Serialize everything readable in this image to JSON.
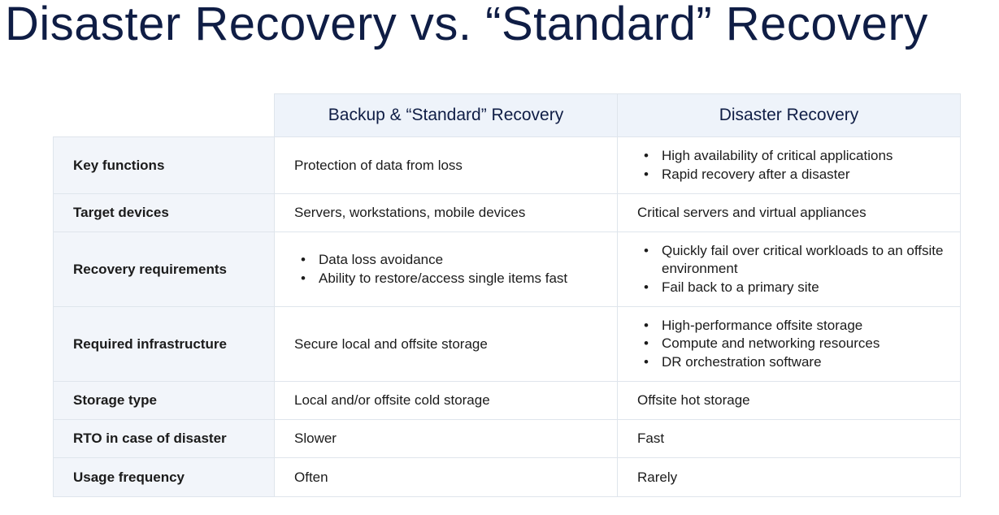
{
  "title": "Disaster Recovery vs. “Standard” Recovery",
  "columns": [
    "",
    "Backup & “Standard” Recovery",
    "Disaster Recovery"
  ],
  "rows": [
    {
      "label": "Key functions",
      "standard": [
        "Protection of data from loss"
      ],
      "dr": [
        "High availability of critical applications",
        "Rapid recovery after a disaster"
      ],
      "h": 70
    },
    {
      "label": "Target devices",
      "standard": [
        "Servers, workstations, mobile devices"
      ],
      "dr": [
        "Critical servers and virtual appliances"
      ],
      "h": 47
    },
    {
      "label": "Recovery requirements",
      "standard": [
        "Data loss avoidance",
        "Ability to restore/access single items fast"
      ],
      "dr": [
        "Quickly fail over critical workloads to an offsite environment",
        "Fail back to a primary site"
      ],
      "h": 92
    },
    {
      "label": "Required infrastructure",
      "standard": [
        "Secure local and offsite storage"
      ],
      "dr": [
        "High-performance offsite storage",
        "Compute and networking resources",
        "DR orchestration software"
      ],
      "h": 92
    },
    {
      "label": "Storage type",
      "standard": [
        "Local and/or offsite cold storage"
      ],
      "dr": [
        "Offsite hot storage"
      ],
      "h": 47
    },
    {
      "label": "RTO in case of disaster",
      "standard": [
        "Slower"
      ],
      "dr": [
        "Fast"
      ],
      "h": 47
    },
    {
      "label": "Usage frequency",
      "standard": [
        "Often"
      ],
      "dr": [
        "Rarely"
      ],
      "h": 48
    }
  ]
}
